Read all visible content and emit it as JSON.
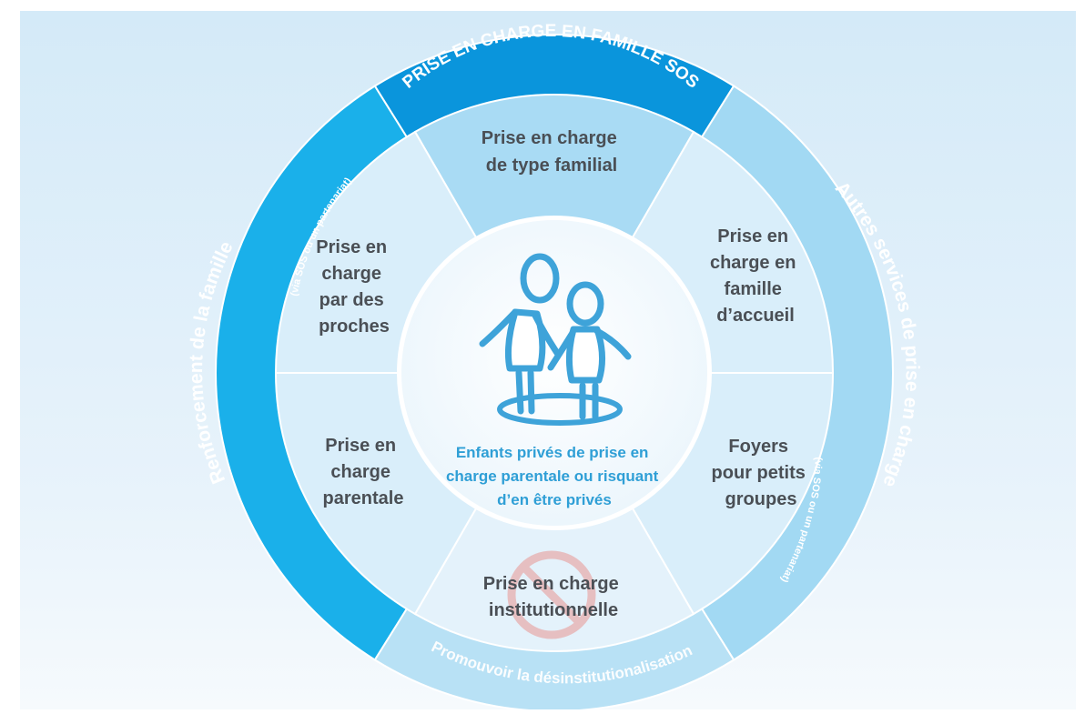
{
  "ring": {
    "top": "PRISE EN CHARGE EN FAMILLE SOS",
    "left_main": "Renforcement de la famille",
    "left_sub": "(via SOS ou un partenariat)",
    "right_main": "Autres services de prise en charge",
    "right_sub": "(via SOS ou un partenariat)",
    "bottom": "Promouvoir la désinstitutionalisation"
  },
  "segments": {
    "top": [
      "Prise en charge",
      "de type familial"
    ],
    "upper_right": [
      "Prise en",
      "charge en",
      "famille",
      "d’accueil"
    ],
    "lower_right": [
      "Foyers",
      "pour petits",
      "groupes"
    ],
    "bottom": [
      "Prise en charge",
      "institutionnelle"
    ],
    "lower_left": [
      "Prise en",
      "charge",
      "parentale"
    ],
    "upper_left": [
      "Prise en",
      "charge",
      "par des",
      "proches"
    ]
  },
  "center": {
    "lines": [
      "Enfants privés de prise en",
      "charge parentale ou risquant",
      "d’en être privés"
    ]
  },
  "icons": {
    "center": "children-icon",
    "bottom": "prohibited-icon"
  },
  "colors": {
    "ring_blue": "#1ab0ea",
    "ring_dark": "#0a95dc",
    "ring_light": "#a2d9f3",
    "segment_light": "#d9eefa",
    "segment_mid": "#a9dbf4",
    "center_fill": "#ffffff",
    "accent_text": "#2f9fd6",
    "segment_text": "#4a4f55",
    "prohibited_red": "#e7b7b8"
  }
}
